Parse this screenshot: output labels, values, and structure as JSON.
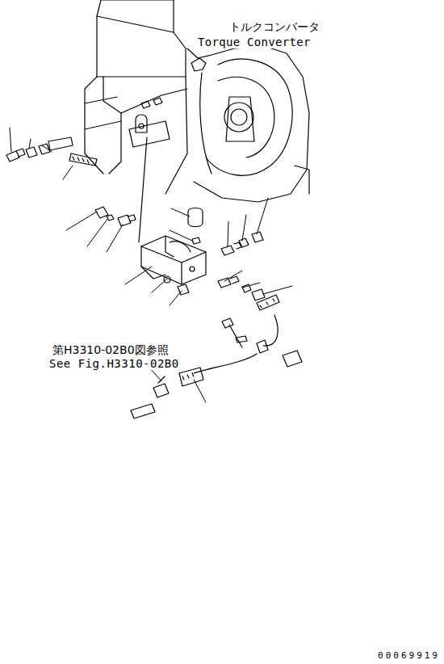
{
  "diagram": {
    "labels": [
      "トルクコンバータ",
      "Torque Converter",
      "第H3310-02B0図参照",
      "See Fig.H3310-02B0",
      "00069919"
    ]
  }
}
